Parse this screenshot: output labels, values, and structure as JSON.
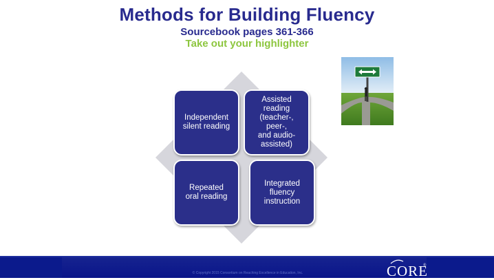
{
  "slide": {
    "title": "Methods for Building Fluency",
    "subtitle": "Sourcebook pages 361-366",
    "instruction": "Take out your highlighter"
  },
  "diagram": {
    "boxes": [
      {
        "label": "Independent\nsilent reading"
      },
      {
        "label": "Assisted\nreading\n(teacher-,\npeer-,\nand audio-\nassisted)"
      },
      {
        "label": "Repeated\noral reading"
      },
      {
        "label": "Integrated\nfluency\ninstruction"
      }
    ],
    "colors": {
      "box_fill": "#2b2f8a",
      "diamond_fill": "#d6d6dc",
      "title": "#282a8e",
      "instruction": "#8dc63f"
    }
  },
  "photo": {
    "icon": "crossroads-signpost-image"
  },
  "footer": {
    "copyright": "© Copyright 2015 Consortium on Reaching Excellence in Education, Inc.",
    "logo_text": "CORE",
    "logo_mark": "®",
    "background": "#0b1a8c"
  }
}
